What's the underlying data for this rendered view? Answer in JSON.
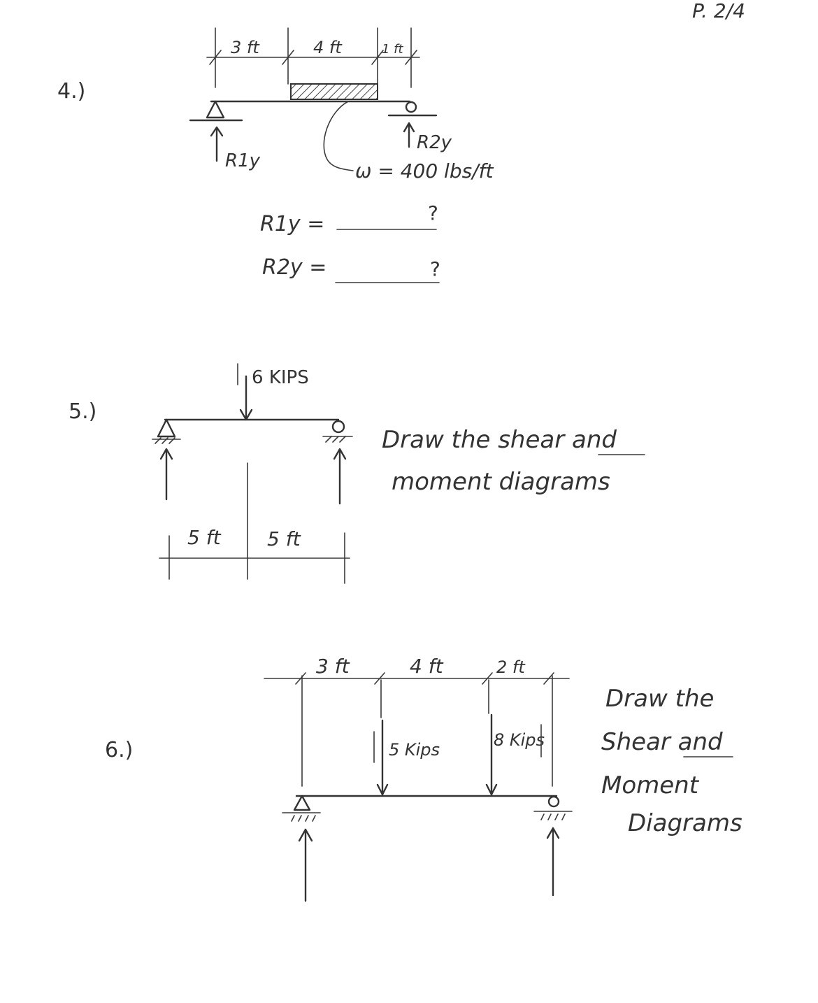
{
  "page_number": "P. 2/4",
  "problem4": {
    "number": "4.)",
    "dimensions": [
      "3 ft",
      "4 ft",
      "1 ft"
    ],
    "left_reaction_label": "R1y",
    "right_reaction_label": "R2y",
    "load_label": "ω = 400 lbs/ft",
    "answers": [
      {
        "label": "R1y =",
        "mark": "?"
      },
      {
        "label": "R2y =",
        "mark": "?"
      }
    ]
  },
  "problem5": {
    "number": "5.)",
    "load_label": "6 KIPS",
    "dimensions": [
      "5 ft",
      "5 ft"
    ],
    "instruction_line1": "Draw the shear and",
    "instruction_line2": "moment diagrams"
  },
  "problem6": {
    "number": "6.)",
    "dimensions": [
      "3 ft",
      "4 ft",
      "2 ft"
    ],
    "loads": [
      "5 Kips",
      "8 Kips"
    ],
    "instruction_lines": [
      "Draw the",
      "Shear and",
      "Moment",
      "Diagrams"
    ]
  }
}
